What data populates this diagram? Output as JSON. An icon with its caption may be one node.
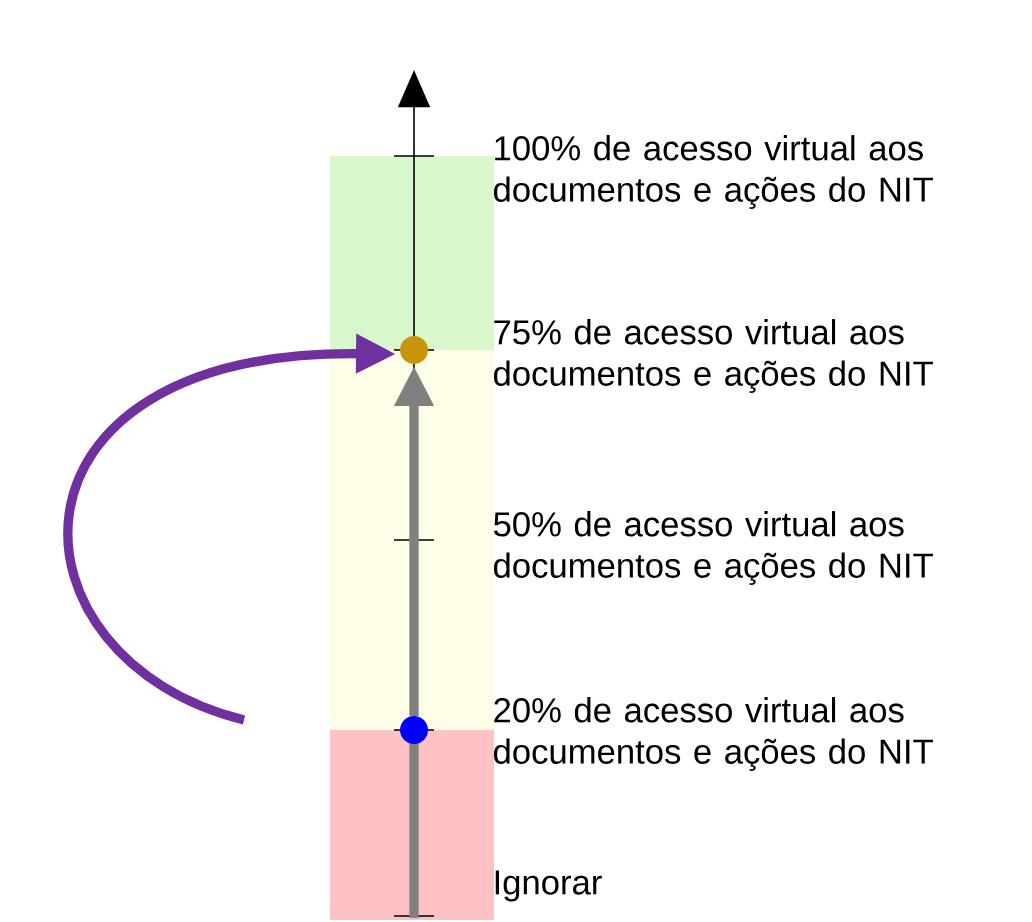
{
  "diagram": {
    "nodes": [
      {
        "text": [],
        "shape": "circle"
      },
      {
        "text": [],
        "shape": "circle"
      }
    ],
    "edges": [
      {
        "from": 1,
        "to": 0,
        "arrow": "to",
        "color": "#808080"
      },
      {
        "from": null,
        "to": 0,
        "arrow": "to",
        "color": "#7030a0"
      }
    ],
    "labels": [
      "100% de acesso virtual aos documentos e ações do NIT",
      "75% de acesso virtual aos documentos e ações do NIT",
      "50% de acesso virtual aos documentos e ações do NIT",
      "20% de acesso virtual aos documentos e ações do NIT",
      "Ignorar"
    ]
  }
}
